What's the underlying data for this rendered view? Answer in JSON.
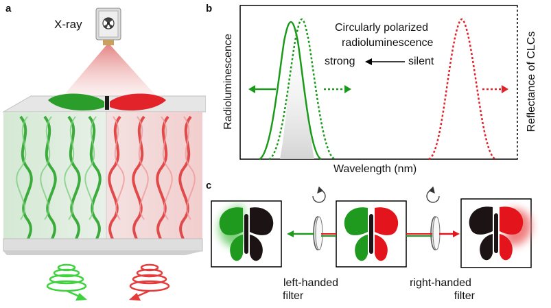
{
  "panels": {
    "a": "a",
    "b": "b",
    "c": "c"
  },
  "panel_a": {
    "source_label": "X-ray",
    "colors": {
      "left_green": "#2aa52a",
      "right_red": "#e2232a",
      "beam": "#e8a0a0"
    }
  },
  "panel_b": {
    "y_label": "Radioluminescence",
    "x_label": "Wavelength (nm)",
    "y2_label": "Reflectance of CLCs",
    "annotation_title_1": "Circularly polarized",
    "annotation_title_2": "radioluminescence",
    "strong": "strong",
    "silent": "silent",
    "colors": {
      "green": "#1a9a1a",
      "red": "#e0222a"
    }
  },
  "panel_c": {
    "left_filter_1": "left-handed",
    "left_filter_2": "filter",
    "right_filter_1": "right-handed",
    "right_filter_2": "filter",
    "colors": {
      "green": "#1f9a1f",
      "red": "#e3141c",
      "black": "#1c1414"
    }
  }
}
